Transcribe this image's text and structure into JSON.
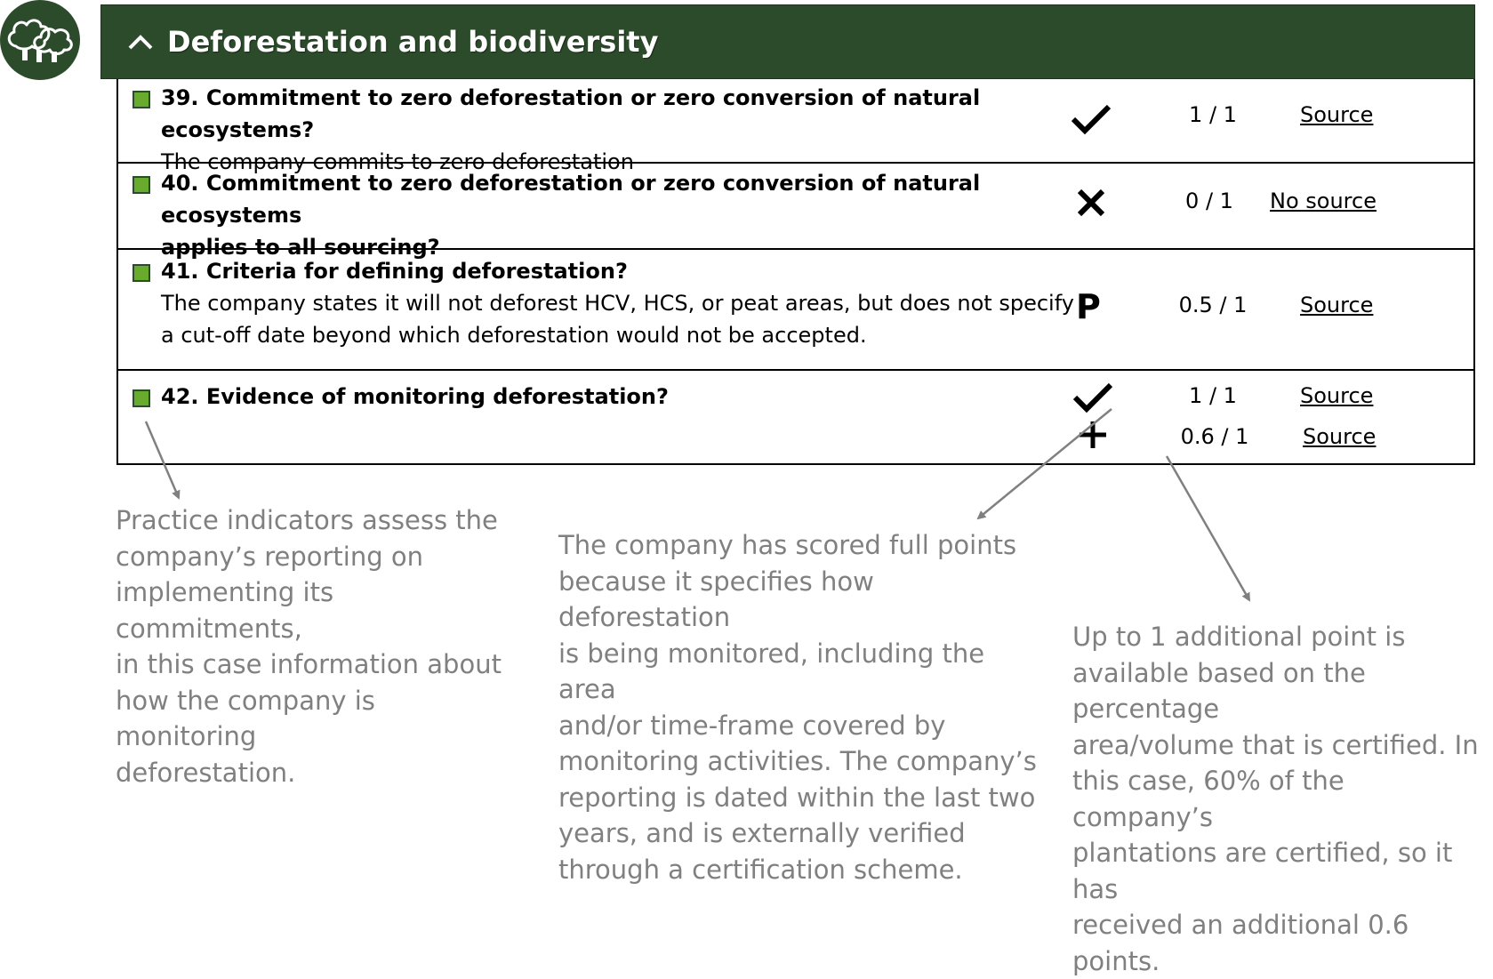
{
  "logo": {
    "icon": "tree-icon",
    "color": "#2b4b2b"
  },
  "header": {
    "title": "Deforestation and biodiversity",
    "background": "#2b4b2b",
    "toggle_icon": "chevron-up-icon"
  },
  "indicator_color": "#6aaa2c",
  "rows": [
    {
      "title": "39. Commitment to zero deforestation or zero conversion of natural ecosystems?",
      "description": "The company commits to zero deforestation",
      "mark_icon": "check-icon",
      "score": "1 / 1",
      "source_label": "Source"
    },
    {
      "title_line1": "40. Commitment to zero deforestation or zero conversion of natural ecosystems",
      "title_line2": "applies to all sourcing?",
      "mark_icon": "cross-icon",
      "score": "0 / 1",
      "source_label": "No source"
    },
    {
      "title": "41. Criteria for defining deforestation?",
      "description_line1": "The company states it will not deforest HCV, HCS, or peat areas, but does not specify",
      "description_line2": "a cut-off date beyond which deforestation would not be accepted.",
      "mark": "P",
      "score": "0.5 / 1",
      "source_label": "Source"
    },
    {
      "title": "42. Evidence of monitoring deforestation?",
      "marks": [
        {
          "icon": "check-icon",
          "score": "1 / 1",
          "source_label": "Source"
        },
        {
          "icon": "plus-icon",
          "score": "0.6 / 1",
          "source_label": "Source"
        }
      ]
    }
  ],
  "annotations": {
    "practice": [
      "Practice indicators assess the",
      "company’s reporting on",
      "implementing its commitments,",
      "in this case information about",
      "how the company is monitoring",
      "deforestation."
    ],
    "full_points": [
      "The company has scored full points",
      "because it specifies how deforestation",
      "is being monitored, including the area",
      "and/or time-frame covered by",
      "monitoring activities. The company’s",
      "reporting is dated within the last two",
      "years, and is externally verified",
      "through a certification scheme."
    ],
    "additional": [
      "Up to 1 additional point is",
      "available based on the percentage",
      "area/volume that is certified. In",
      "this case, 60% of the company’s",
      "plantations are certified, so it has",
      "received an additional 0.6 points."
    ]
  },
  "annotation_color": "#808080"
}
